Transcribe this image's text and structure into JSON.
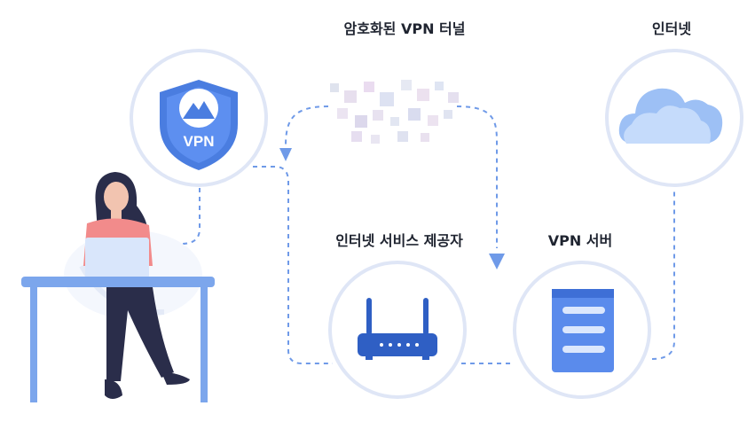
{
  "labels": {
    "tunnel": "암호화된 VPN 터널",
    "internet": "인터넷",
    "isp": "인터넷 서비스 제공자",
    "vpn_server": "VPN 서버"
  },
  "shield_text": "VPN",
  "colors": {
    "ring": "#dfe6f6",
    "dash": "#6f9ae8",
    "shield": "#4a7de0",
    "server": "#5a8bec",
    "router": "#2f5fc4",
    "cloud": "#9dc0f5",
    "desk": "#7ca6ec",
    "shirt": "#f28b8b",
    "hair": "#2a2d4a",
    "pants": "#2a2d4a"
  },
  "icons": [
    "shield-icon",
    "mountain-icon",
    "cloud-icon",
    "router-icon",
    "server-icon",
    "laptop-icon",
    "person-icon"
  ]
}
